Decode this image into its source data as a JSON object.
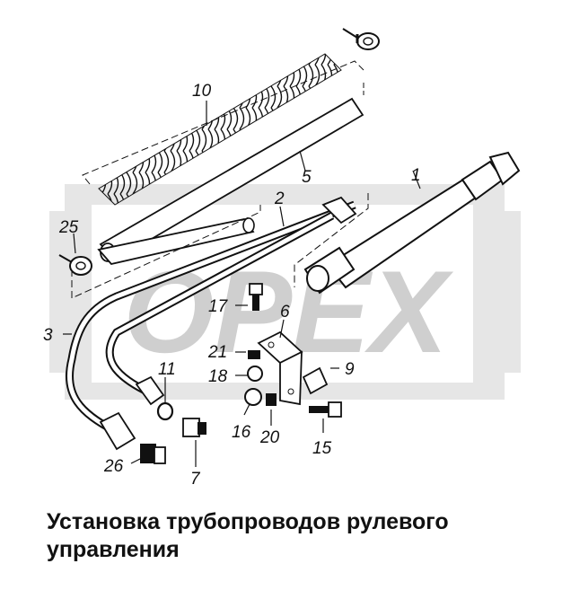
{
  "watermark": {
    "text": "OPEX",
    "color": "#d9d9d9"
  },
  "callouts": {
    "c1": "1",
    "c2": "2",
    "c3": "3",
    "c5": "5",
    "c6": "6",
    "c7": "7",
    "c9": "9",
    "c10": "10",
    "c11": "11",
    "c15": "15",
    "c16": "16",
    "c17": "17",
    "c18": "18",
    "c20": "20",
    "c21": "21",
    "c25": "25",
    "c26": "26"
  },
  "caption": {
    "line1": "Установка трубопроводов рулевого",
    "line2": "управления"
  },
  "colors": {
    "line": "#111111",
    "watermark": "#d9d9d9",
    "background": "#ffffff"
  }
}
